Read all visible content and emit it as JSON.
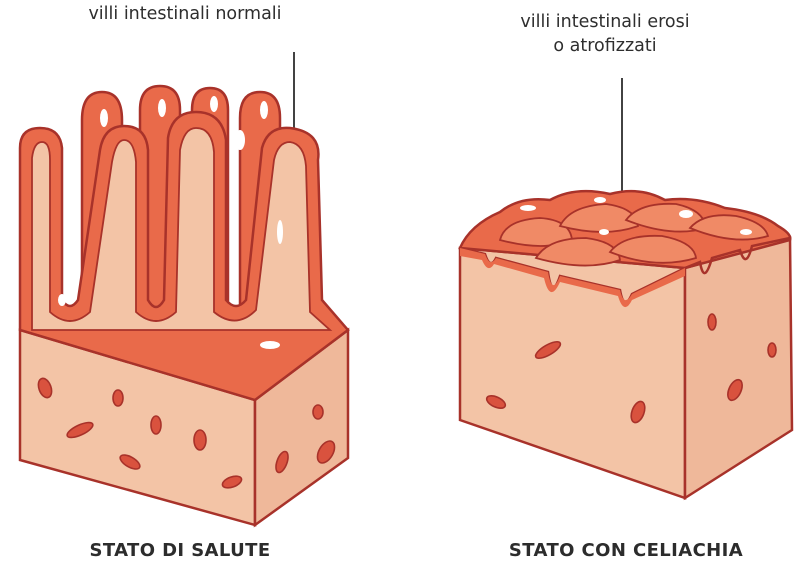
{
  "left_panel": {
    "label": "villi intestinali normali",
    "title": "STATO DI SALUTE"
  },
  "right_panel": {
    "label_line1": "villi intestinali erosi",
    "label_line2": "o atrofizzati",
    "title": "STATO CON CELIACHIA"
  },
  "colors": {
    "tissue": "#f3c4a6",
    "tissue_side": "#efb89a",
    "outline": "#a8322a",
    "villus_fill": "#e96a4a",
    "villus_light": "#f08a66",
    "vessel": "#d9523e",
    "highlight": "#ffffff",
    "text": "#2e2e2e"
  }
}
